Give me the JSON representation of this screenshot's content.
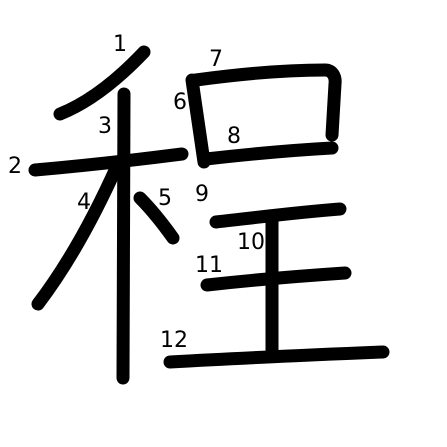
{
  "character": {
    "glyph": "程",
    "stroke_color": "#000000",
    "background_color": "#ffffff",
    "stroke_labels": [
      "1",
      "2",
      "3",
      "4",
      "5",
      "6",
      "7",
      "8",
      "9",
      "10",
      "11",
      "12"
    ]
  }
}
